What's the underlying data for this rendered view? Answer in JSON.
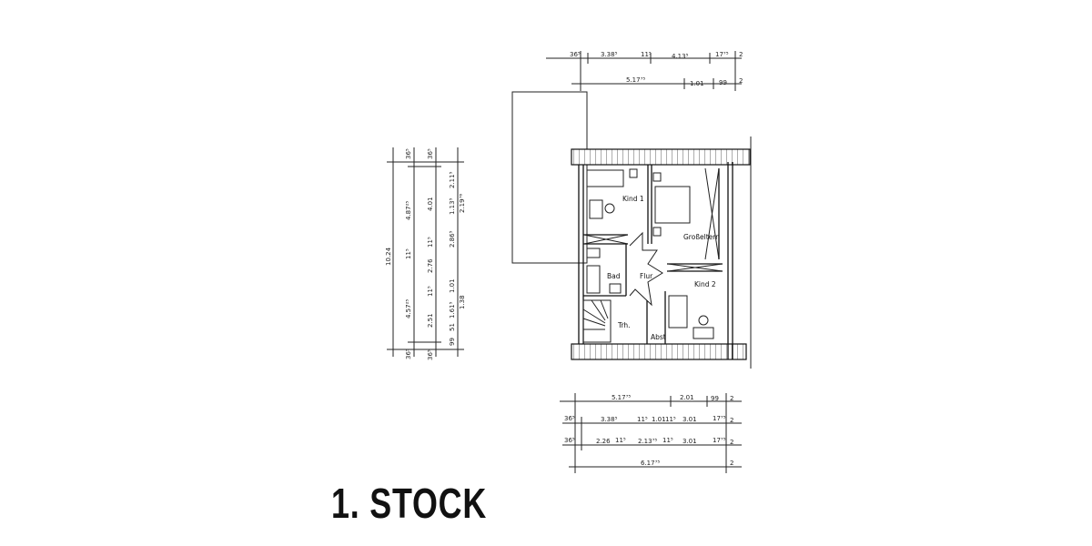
{
  "title": "1. STOCK",
  "rooms": {
    "kind1": "Kind 1",
    "grosseltern": "Großeltern",
    "bad": "Bad",
    "flur": "Flur",
    "kind2": "Kind 2",
    "treppenhaus": "Trh.",
    "abstellraum": "Abst"
  },
  "dimensions": {
    "top_row1": [
      "36⁵",
      "3.38⁵",
      "11⁵",
      "4.13⁵",
      "17⁷⁵",
      "2"
    ],
    "top_row2": [
      "5.17⁷⁵",
      "1.01",
      "99",
      "2"
    ],
    "bottom_row1": [
      "5.17⁷⁵",
      "2.01",
      "99",
      "2"
    ],
    "bottom_row2": [
      "36⁵",
      "3.38⁵",
      "11⁵",
      "1.01",
      "11⁵",
      "3.01",
      "17⁷⁵",
      "2"
    ],
    "bottom_row3": [
      "36⁵",
      "2.26",
      "11⁵",
      "2.13⁷⁵",
      "11⁵",
      "3.01",
      "17⁷⁵",
      "2"
    ],
    "bottom_row4": [
      "6.17⁷⁵",
      "2"
    ],
    "left_col1": [
      "10.24"
    ],
    "left_col2": [
      "36⁵",
      "4.87²⁵",
      "11⁵",
      "4.57²⁵",
      "36⁵"
    ],
    "left_col3": [
      "36⁵",
      "4.01",
      "11⁵",
      "2.76",
      "11⁵",
      "2.51",
      "36⁵"
    ],
    "left_col4": [
      "2.11⁵",
      "1.13⁵",
      "2.86⁵",
      "1.01",
      "1.61⁵",
      "51",
      "99"
    ],
    "left_col5": [
      "2.19⁷⁶",
      "1.38"
    ]
  }
}
